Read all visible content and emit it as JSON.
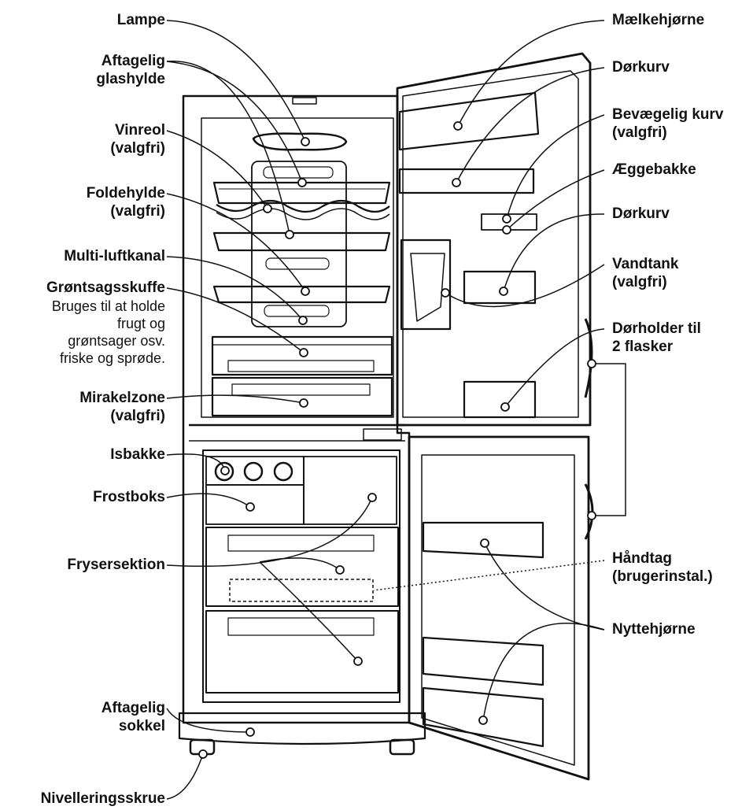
{
  "left_labels": {
    "lampe": "Lampe",
    "aftagelig_glashylde": [
      "Aftagelig",
      "glashylde"
    ],
    "vinreol": [
      "Vinreol",
      "(valgfri)"
    ],
    "foldehylde": [
      "Foldehylde",
      "(valgfri)"
    ],
    "multi_luftkanal": "Multi-luftkanal",
    "groentsagsskuffe": "Grøntsagsskuffe",
    "groentsagsskuffe_desc": [
      "Bruges til at holde",
      "frugt og",
      "grøntsager osv.",
      "friske og sprøde."
    ],
    "mirakelzone": [
      "Mirakelzone",
      "(valgfri)"
    ],
    "isbakke": "Isbakke",
    "frostboks": "Frostboks",
    "frysersektion": "Frysersektion",
    "aftagelig_sokkel": [
      "Aftagelig",
      "sokkel"
    ],
    "nivelleringsskrue": "Nivelleringsskrue"
  },
  "right_labels": {
    "maelkehjoerne": "Mælkehjørne",
    "doerkurv_top": "Dørkurv",
    "bevaegelig_kurv": [
      "Bevægelig kurv",
      "(valgfri)"
    ],
    "aeggebakke": "Æggebakke",
    "doerkurv_mid": "Dørkurv",
    "vandtank": [
      "Vandtank",
      "(valgfri)"
    ],
    "doerholder": [
      "Dørholder til",
      "2 flasker"
    ],
    "haandtag": [
      "Håndtag",
      "(brugerinstal.)"
    ],
    "nyttehjoerne": "Nyttehjørne"
  }
}
